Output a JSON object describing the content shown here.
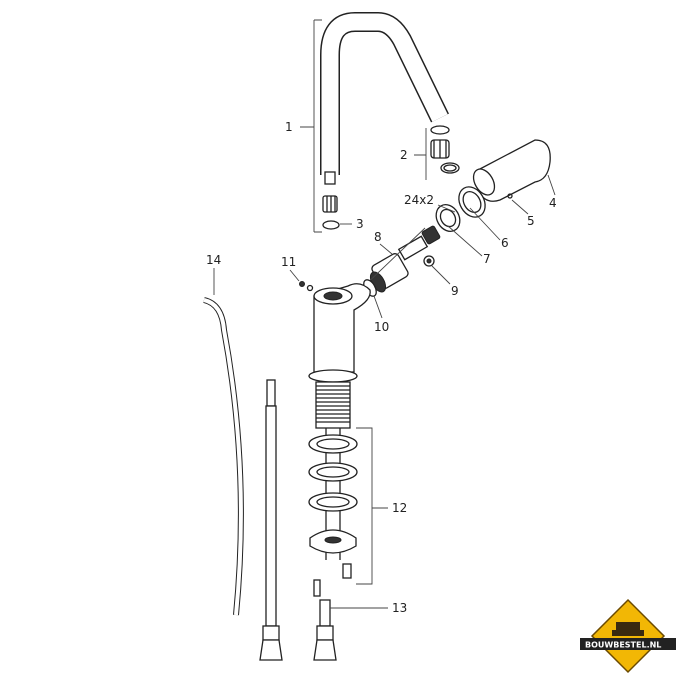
{
  "diagram": {
    "part_labels": {
      "p1": "1",
      "p2": "2",
      "p3": "3",
      "p24x2": "24x2",
      "p4": "4",
      "p5": "5",
      "p6": "6",
      "p7": "7",
      "p8": "8",
      "p9": "9",
      "p10": "10",
      "p11": "11",
      "p12": "12",
      "p13": "13",
      "p14": "14"
    }
  },
  "logo": {
    "text": "BOUWBESTEL.NL",
    "colors": {
      "badge": "#f2b705",
      "band": "#222222",
      "text": "#ffffff",
      "accent": "#f2b705"
    }
  }
}
